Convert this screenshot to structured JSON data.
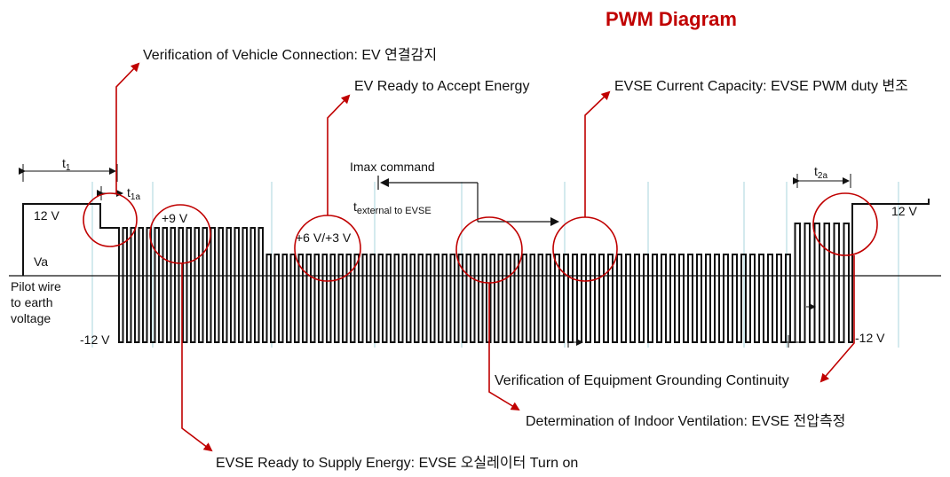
{
  "title": "PWM Diagram",
  "title_color": "#c00000",
  "accent_color": "#c00000",
  "guide_color": "#a8d4dc",
  "annotations": {
    "vehicle_connection": "Verification of Vehicle Connection: EV 연결감지",
    "ev_ready": "EV Ready to Accept Energy",
    "current_capacity": "EVSE Current Capacity: EVSE PWM duty 변조",
    "grounding": "Verification of Equipment Grounding Continuity",
    "ventilation": "Determination of Indoor Ventilation: EVSE 전압측정",
    "supply_ready": "EVSE Ready to Supply Energy: EVSE 오실레이터 Turn on"
  },
  "labels": {
    "t1": "t",
    "t1_sub": "1",
    "t1a": "t",
    "t1a_sub": "1a",
    "t2a": "t",
    "t2a_sub": "2a",
    "v12_left": "12 V",
    "va": "Va",
    "pilot_line1": "Pilot wire",
    "pilot_line2": "to earth",
    "pilot_line3": "voltage",
    "vneg12_left": "-12 V",
    "v9": "+9 V",
    "v63": "+6 V/+3 V",
    "imax": "Imax command",
    "text_main": "t",
    "text_sub": "external to EVSE",
    "v12_right": "12 V",
    "vneg12_right": "-12 V"
  }
}
